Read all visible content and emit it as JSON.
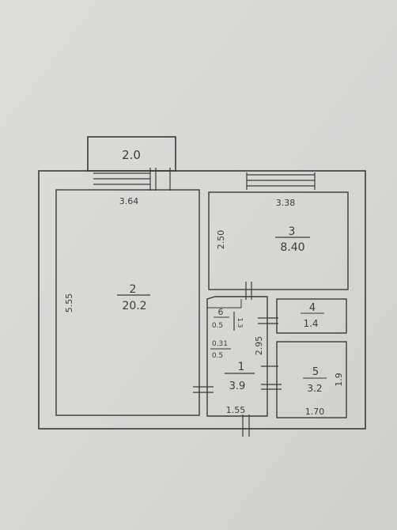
{
  "balcony": {
    "area": "2.0"
  },
  "rooms": [
    {
      "number": "2",
      "area": "20.2",
      "width": "3.64",
      "length": "5.55"
    },
    {
      "number": "3",
      "area": "8.40",
      "width": "3.38",
      "length": "2.50"
    },
    {
      "number": "4",
      "area": "1.4"
    },
    {
      "number": "5",
      "area": "3.2",
      "width": "1.70",
      "length": "1.9"
    },
    {
      "number": "1",
      "area": "3.9",
      "width": "1.55",
      "length": "2.95"
    },
    {
      "number": "6",
      "dim_a": "0.5",
      "dim_b": "1.3",
      "dim_c": "0.31",
      "dim_d": "0.5"
    }
  ]
}
